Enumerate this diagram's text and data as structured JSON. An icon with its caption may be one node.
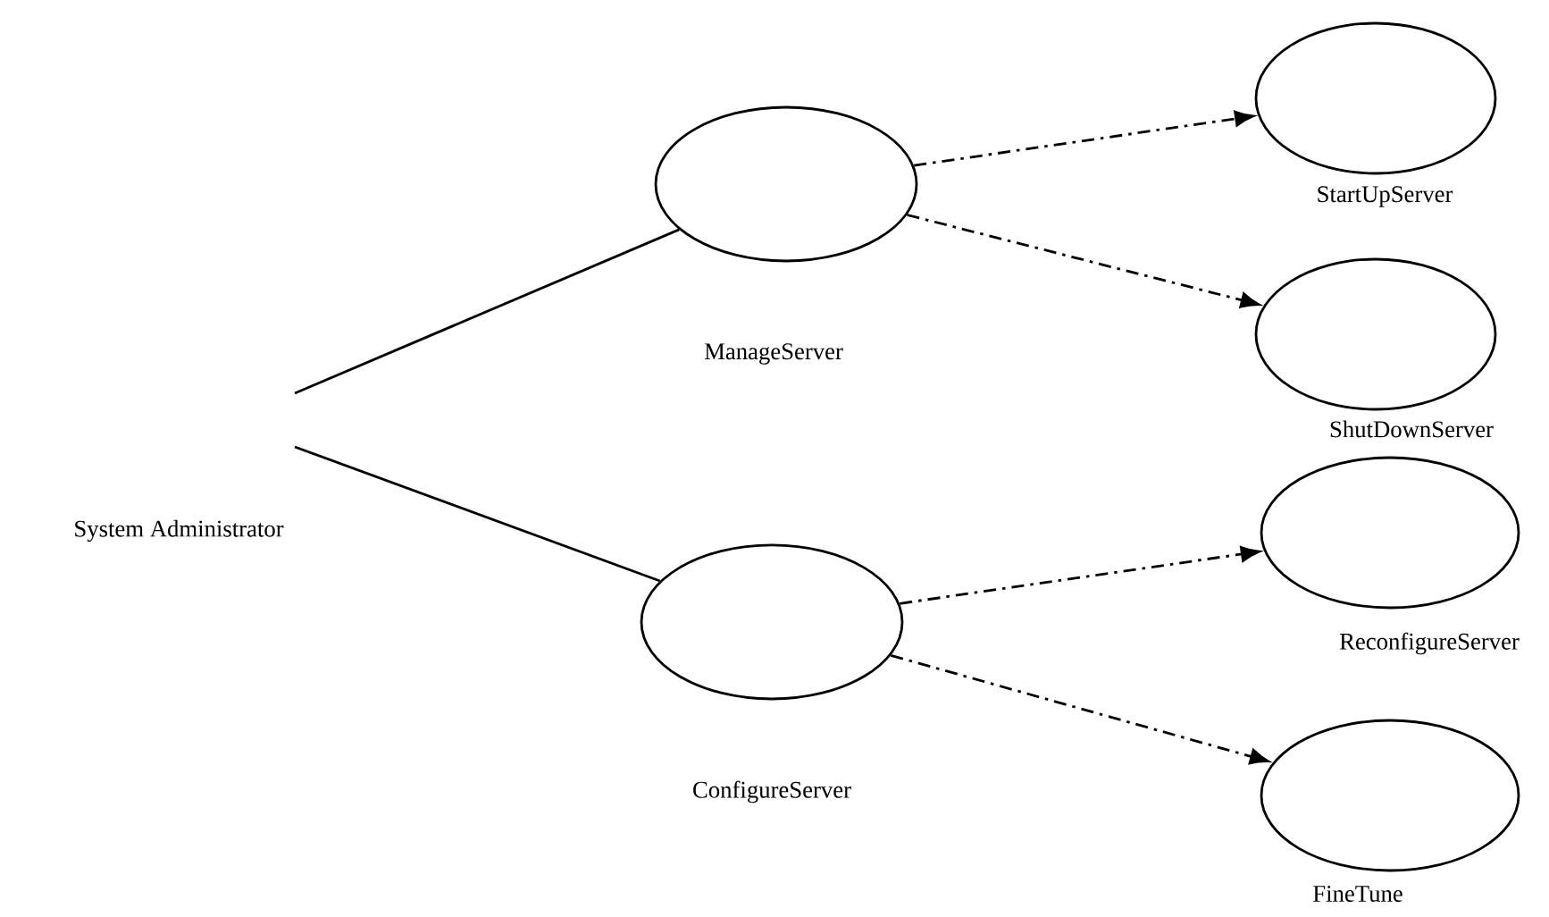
{
  "diagram": {
    "nodes": [
      {
        "text": [
          "System Administrator"
        ]
      },
      {
        "text": [
          "ManageServer"
        ]
      },
      {
        "text": [
          "ConfigureServer"
        ]
      },
      {
        "text": [
          "StartUpServer"
        ]
      },
      {
        "text": [
          "ShutDownServer"
        ]
      },
      {
        "text": [
          "ReconfigureServer"
        ]
      },
      {
        "text": [
          "FineTune"
        ]
      }
    ],
    "edges": [
      {
        "from": 0,
        "to": 1,
        "arrow": "none"
      },
      {
        "from": 0,
        "to": 2,
        "arrow": "none"
      },
      {
        "from": 1,
        "to": 3,
        "arrow": "to",
        "style": "dashed"
      },
      {
        "from": 1,
        "to": 4,
        "arrow": "to",
        "style": "dashed"
      },
      {
        "from": 2,
        "to": 5,
        "arrow": "to",
        "style": "dashed"
      },
      {
        "from": 2,
        "to": 6,
        "arrow": "to",
        "style": "dashed"
      }
    ]
  }
}
